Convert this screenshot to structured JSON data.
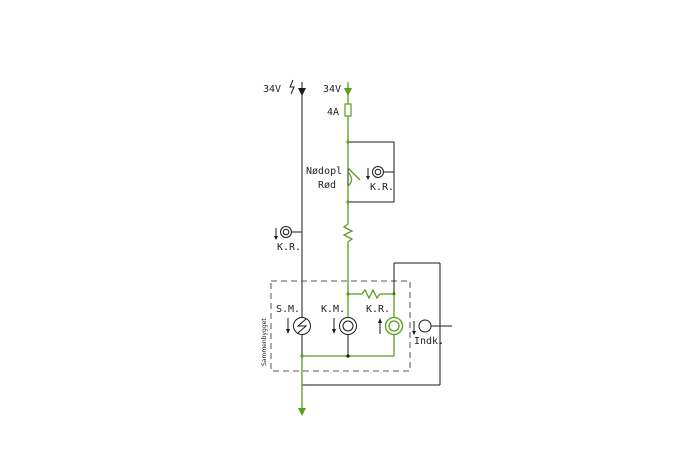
{
  "labels": {
    "supply_left": "34V",
    "supply_right": "34V",
    "fuse": "4A",
    "nodopl": "Nødopl",
    "rod": "Rød",
    "kr_box": "K.R.",
    "kr_left": "K.R.",
    "sm": "S.M.",
    "km": "K.M.",
    "kr_inner": "K.R.",
    "indk": "Indk.",
    "sammenbygget": "Sammenbygget"
  },
  "colors": {
    "green": "#5a9e1e",
    "black": "#1a1a1a"
  }
}
